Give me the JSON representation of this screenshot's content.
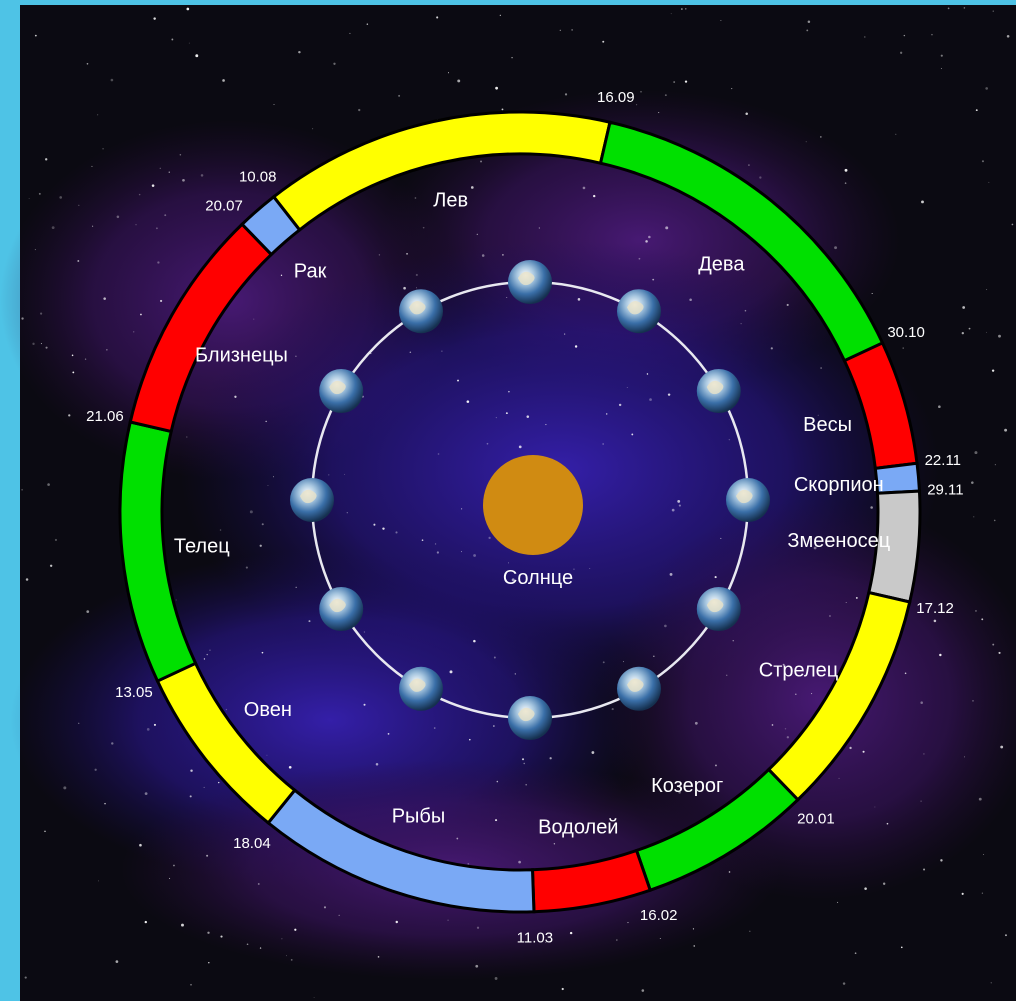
{
  "colors": {
    "page_border": "#4ec3e6",
    "space": "#0b0a12",
    "nebula_purple": "#3d1358",
    "nebula_blue": "#2a1990",
    "sun": "#d08b12",
    "orbit": "#e8e8f0",
    "yellow": "#ffff00",
    "green": "#00e000",
    "red": "#ff0000",
    "blue": "#7aa9f5",
    "gray": "#c9c9c9"
  },
  "sun": {
    "label": "Солнце"
  },
  "orbit": {
    "earth_markers": 12,
    "marker_icon": "earth-globe-icon"
  },
  "zodiac": [
    {
      "name": "Лев",
      "start": "10.08",
      "end": "16.09",
      "color": "yellow"
    },
    {
      "name": "Дева",
      "start": "16.09",
      "end": "30.10",
      "color": "green"
    },
    {
      "name": "Весы",
      "start": "30.10",
      "end": "22.11",
      "color": "red"
    },
    {
      "name": "Скорпион",
      "start": "22.11",
      "end": "29.11",
      "color": "blue"
    },
    {
      "name": "Змееносец",
      "start": "29.11",
      "end": "17.12",
      "color": "gray"
    },
    {
      "name": "Стрелец",
      "start": "17.12",
      "end": "20.01",
      "color": "yellow"
    },
    {
      "name": "Козерог",
      "start": "20.01",
      "end": "16.02",
      "color": "green"
    },
    {
      "name": "Водолей",
      "start": "16.02",
      "end": "11.03",
      "color": "red"
    },
    {
      "name": "Рыбы",
      "start": "11.03",
      "end": "18.04",
      "color": "blue"
    },
    {
      "name": "Овен",
      "start": "18.04",
      "end": "13.05",
      "color": "yellow"
    },
    {
      "name": "Телец",
      "start": "13.05",
      "end": "21.06",
      "color": "green"
    },
    {
      "name": "Близнецы",
      "start": "21.06",
      "end": "20.07",
      "color": "red"
    },
    {
      "name": "Рак",
      "start": "20.07",
      "end": "10.08",
      "color": "blue"
    }
  ]
}
